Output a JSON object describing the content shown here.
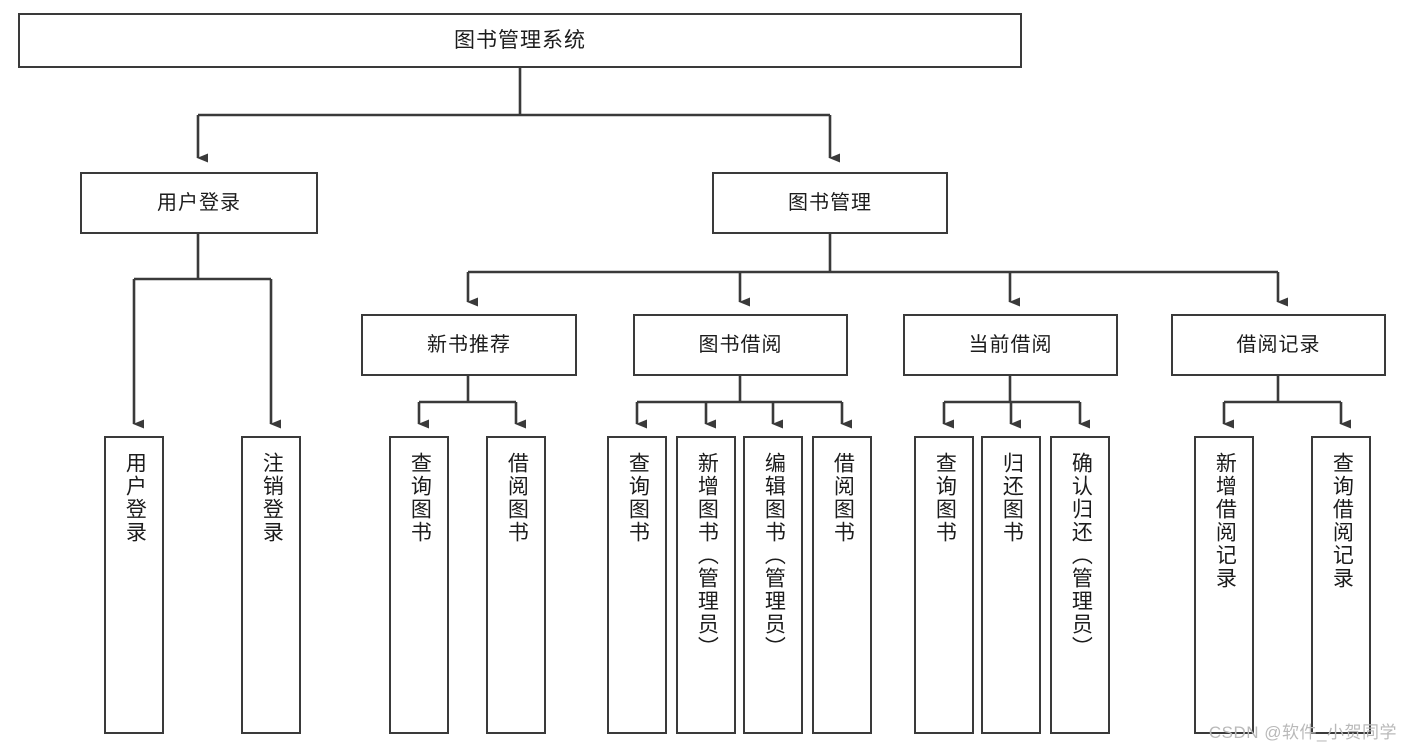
{
  "diagram": {
    "title": "图书管理系统",
    "watermark": "CSDN @软件_小贺同学",
    "stroke_color": "#3a3a3a",
    "fill_color": "#ffffff",
    "text_color": "#1c1c1c",
    "watermark_color": "#b9b9b9"
  },
  "nodes": {
    "root": {
      "label": "图书管理系统"
    },
    "level2": [
      {
        "label": "用户登录"
      },
      {
        "label": "图书管理"
      }
    ],
    "level3": [
      {
        "label": "新书推荐"
      },
      {
        "label": "图书借阅"
      },
      {
        "label": "当前借阅"
      },
      {
        "label": "借阅记录"
      }
    ],
    "leaves_user_login": [
      {
        "label": "用户登录"
      },
      {
        "label": "注销登录"
      }
    ],
    "leaves_new_book": [
      {
        "label": "查询图书"
      },
      {
        "label": "借阅图书"
      }
    ],
    "leaves_borrow": [
      {
        "label": "查询图书"
      },
      {
        "label": "新增图书（管理员）"
      },
      {
        "label": "编辑图书（管理员）"
      },
      {
        "label": "借阅图书"
      }
    ],
    "leaves_current": [
      {
        "label": "查询图书"
      },
      {
        "label": "归还图书"
      },
      {
        "label": "确认归还（管理员）"
      }
    ],
    "leaves_records": [
      {
        "label": "新增借阅记录"
      },
      {
        "label": "查询借阅记录"
      }
    ]
  }
}
